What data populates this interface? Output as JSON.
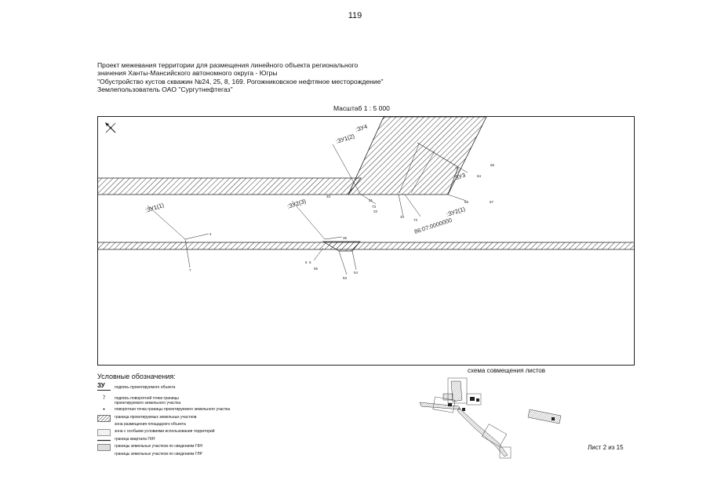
{
  "page_number": "119",
  "header": {
    "line1": "Проект межевания территории для размещения линейного объекта регионального",
    "line2": "значения Ханты-Мансийского автономного округа - Югры",
    "line3": "\"Обустройство  кустов  скважин  №24,  25,  8,  169.  Рогожниковское  нефтяное  месторождение\"",
    "line4": "Землепользователь ОАО \"Сургутнефтегаз\""
  },
  "scale": "Масштаб 1 : 5 000",
  "map": {
    "parcel_labels": [
      ":ЗУ4",
      ":ЗУ1(2)",
      ":ЗУ3",
      ":ЗУ1(1)",
      ":ЗУ2(3)",
      ":ЗУ2(1)"
    ],
    "cadastral_number": "86:07:0000000",
    "points": [
      "65",
      "71",
      "64",
      "33",
      "73",
      "22",
      "21",
      "34",
      "72",
      "66",
      "67",
      "4",
      "7",
      "35",
      "5",
      "6",
      "56",
      "53",
      "54"
    ]
  },
  "legend": {
    "title": "Условные обозначения:",
    "zu_symbol": "ЗУ",
    "items": [
      {
        "key": "ЗУ",
        "text": "подпись проектируемого объекта"
      },
      {
        "key": "7",
        "text": "подпись поворотной точки границы"
      },
      {
        "key": "",
        "text": "проектируемого земельного участка"
      },
      {
        "key": "•",
        "text": "поворотная точка границы проектируемого земельного участка"
      },
      {
        "key": "",
        "text": "граница проектируемых земельных участков"
      },
      {
        "key": "",
        "text": "зона размещения площадного объекта"
      },
      {
        "key": "",
        "text": "зона с особыми условиями использования территорий"
      },
      {
        "key": "",
        "text": "граница квартала ГКН"
      },
      {
        "key": "",
        "text": "границы земельных участков по сведениям ГКН"
      },
      {
        "key": "",
        "text": "границы земельных участков по сведениям ГЛР"
      }
    ]
  },
  "scheme_title": "схема совмещения листов",
  "sheet": "Лист 2 из 15",
  "colors": {
    "line": "#222222",
    "hatch": "#333333",
    "paper": "#ffffff"
  }
}
